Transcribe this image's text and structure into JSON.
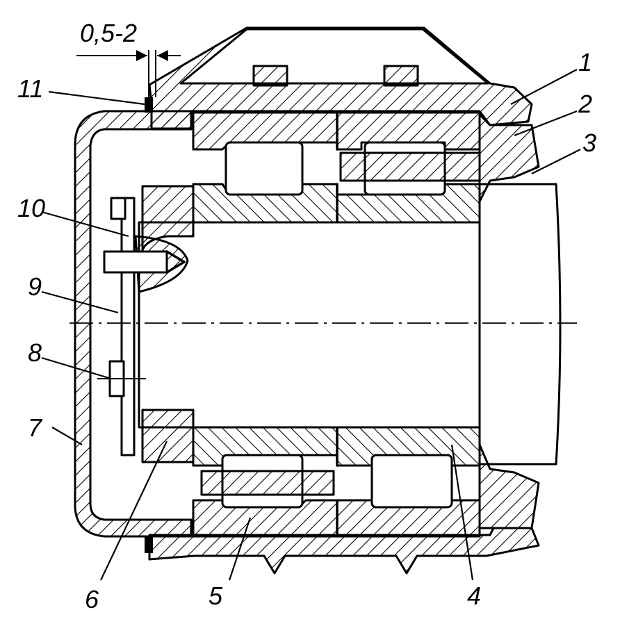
{
  "drawing": {
    "dimension": "0,5-2",
    "labels": [
      "1",
      "2",
      "3",
      "4",
      "5",
      "6",
      "7",
      "8",
      "9",
      "10",
      "11"
    ]
  }
}
